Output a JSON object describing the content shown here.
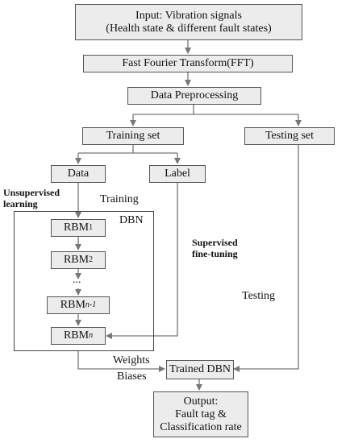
{
  "nodes": {
    "input": {
      "line1": "Input: Vibration signals",
      "line2": "(Health state & different fault states)"
    },
    "fft": "Fast Fourier Transform(FFT)",
    "preprocessing": "Data Preprocessing",
    "training_set": "Training set",
    "testing_set": "Testing set",
    "data": "Data",
    "label": "Label",
    "rbm1": {
      "base": "RBM",
      "sub": "1"
    },
    "rbm2": {
      "base": "RBM",
      "sub": "2"
    },
    "ellipsis": "...",
    "rbm_n1": {
      "base": "RBM",
      "sub": "n-1"
    },
    "rbm_n": {
      "base": "RBM",
      "sub": "n"
    },
    "trained_dbn": "Trained DBN",
    "output": {
      "line1": "Output:",
      "line2": "Fault tag &",
      "line3": "Classification rate"
    }
  },
  "annotations": {
    "unsupervised": {
      "line1": "Unsupervised",
      "line2": "learning"
    },
    "training": "Training",
    "dbn": "DBN",
    "supervised": {
      "line1": "Supervised",
      "line2": "fine-tuning"
    },
    "testing": "Testing",
    "weights": "Weights",
    "biases": "Biases"
  },
  "colors": {
    "box_fill": "#ececec",
    "border": "#555555",
    "arrow": "#777777",
    "text": "#111111"
  }
}
